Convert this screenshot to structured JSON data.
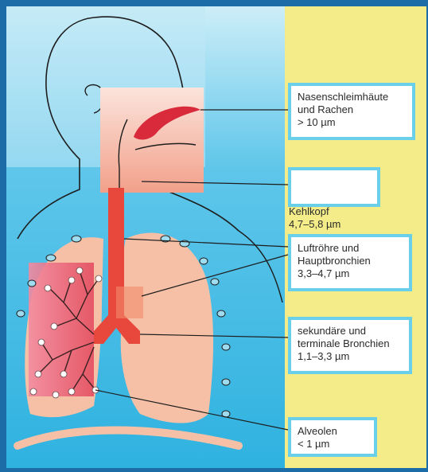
{
  "colors": {
    "background_blue": "#36b8e2",
    "panel_yellow": "#f3ec88",
    "frame_blue": "#1c6ca8",
    "box_border": "#6ad0ea",
    "lung_pink": "#f6c0a6",
    "airway_red": "#e8473c",
    "nasal_red": "#d82a3a"
  },
  "labels": {
    "nasal": {
      "lines": [
        "Nasenschleimhäute",
        "und Rachen",
        "> 10 µm"
      ]
    },
    "larynx": {
      "lines": [
        "Kehlkopf",
        "4,7–5,8 µm"
      ]
    },
    "trachea": {
      "lines": [
        "Luftröhre und",
        "Hauptbronchien",
        "3,3–4,7 µm"
      ]
    },
    "bronchi": {
      "lines": [
        "sekundäre und",
        "terminale Bronchien",
        "1,1–3,3 µm"
      ]
    },
    "alveoli": {
      "lines": [
        "Alveolen",
        "< 1 µm"
      ]
    }
  }
}
